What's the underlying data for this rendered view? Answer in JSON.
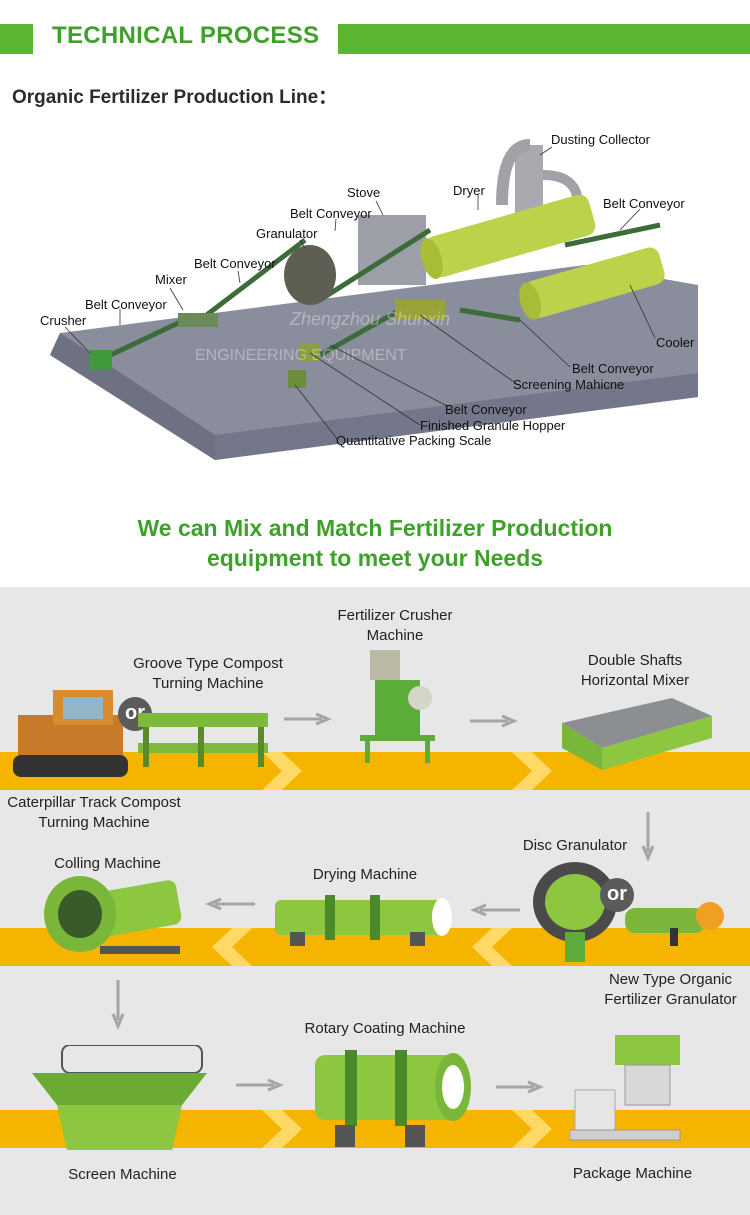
{
  "header": {
    "title": "TECHNICAL PROCESS"
  },
  "line": {
    "title": "Organic Fertilizer Production Line：",
    "labels": {
      "dusting_collector": "Dusting Collector",
      "dryer": "Dryer",
      "stove": "Stove",
      "belt_conveyor": "Belt Conveyor",
      "granulator": "Granulator",
      "mixer": "Mixer",
      "crusher": "Crusher",
      "cooler": "Cooler",
      "screening": "Screening Mahicne",
      "hopper": "Finished Granule Hopper",
      "packing": "Quantitative Packing Scale"
    },
    "watermark1": "Zhengzhou Shunxin",
    "watermark2": "ENGINEERING EQUIPMENT"
  },
  "slogan": {
    "line1": "We can Mix and Match  Fertilizer Production",
    "line2": "equipment to meet your Needs"
  },
  "machines": {
    "or": "or",
    "crusher": [
      "Fertilizer Crusher",
      "Machine"
    ],
    "groove": [
      "Groove Type Compost",
      "Turning Machine"
    ],
    "mixer": [
      "Double Shafts",
      "Horizontal Mixer"
    ],
    "caterpillar": [
      "Caterpillar Track Compost",
      "Turning Machine"
    ],
    "disc": "Disc Granulator",
    "drying": "Drying Machine",
    "cooling": "Colling Machine",
    "new_type": [
      "New Type Organic",
      "Fertilizer Granulator"
    ],
    "coating": "Rotary Coating Machine",
    "screen": "Screen Machine",
    "package": "Package Machine"
  },
  "colors": {
    "green": "#5cb531",
    "title_green": "#3ea12a",
    "stripe": "#f5b400",
    "grey_bg": "#e7e7e7",
    "machine_green": "#8dc63f"
  }
}
